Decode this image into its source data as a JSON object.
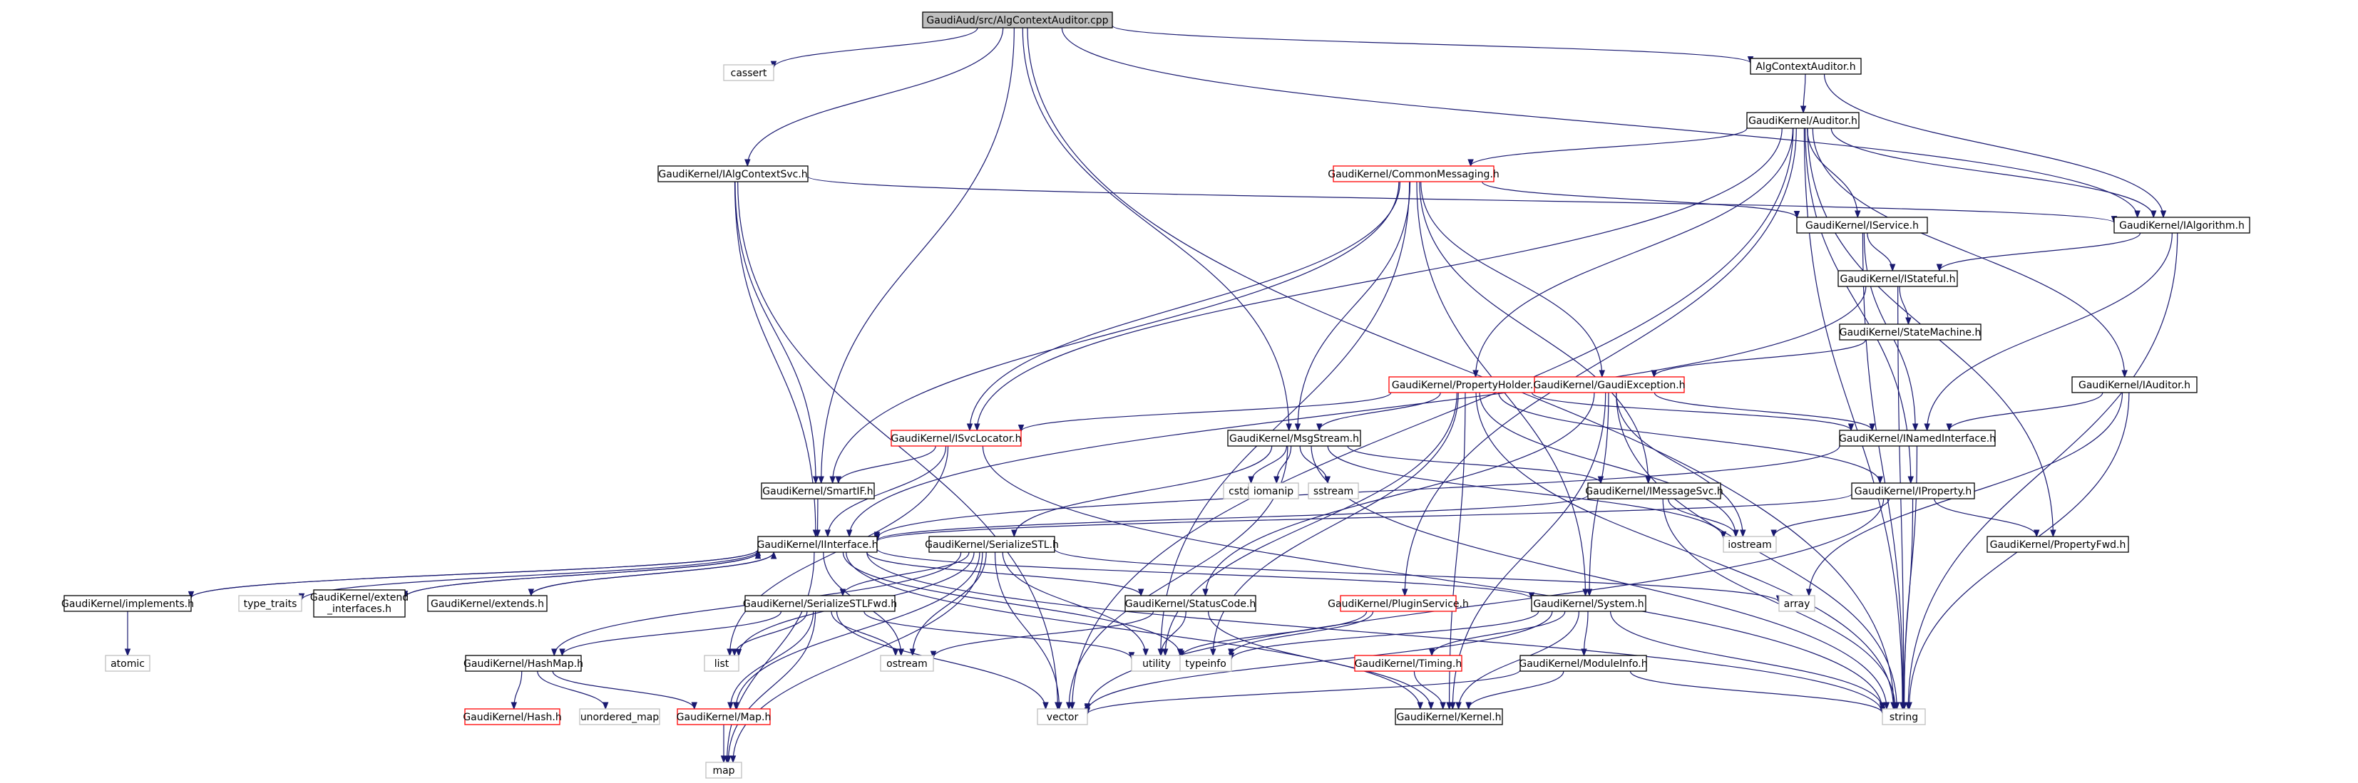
{
  "diagram": {
    "nodes": [
      {
        "id": "root",
        "label": "GaudiAud/src/AlgContextAuditor.cpp",
        "style": "root"
      },
      {
        "id": "cassert",
        "label": "cassert",
        "style": "gray"
      },
      {
        "id": "algctxaud",
        "label": "AlgContextAuditor.h",
        "style": "black"
      },
      {
        "id": "auditor",
        "label": "GaudiKernel/Auditor.h",
        "style": "black"
      },
      {
        "id": "ialgctx",
        "label": "GaudiKernel/IAlgContextSvc.h",
        "style": "black"
      },
      {
        "id": "commonmsg",
        "label": "GaudiKernel/CommonMessaging.h",
        "style": "red"
      },
      {
        "id": "iservice",
        "label": "GaudiKernel/IService.h",
        "style": "black"
      },
      {
        "id": "ialgorithm",
        "label": "GaudiKernel/IAlgorithm.h",
        "style": "black"
      },
      {
        "id": "istateful",
        "label": "GaudiKernel/IStateful.h",
        "style": "black"
      },
      {
        "id": "statemachine",
        "label": "GaudiKernel/StateMachine.h",
        "style": "black"
      },
      {
        "id": "propholder",
        "label": "GaudiKernel/PropertyHolder.h",
        "style": "red"
      },
      {
        "id": "gaudiexc",
        "label": "GaudiKernel/GaudiException.h",
        "style": "red"
      },
      {
        "id": "iauditor",
        "label": "GaudiKernel/IAuditor.h",
        "style": "black"
      },
      {
        "id": "isvcloc",
        "label": "GaudiKernel/ISvcLocator.h",
        "style": "red"
      },
      {
        "id": "msgstream",
        "label": "GaudiKernel/MsgStream.h",
        "style": "black"
      },
      {
        "id": "inamed",
        "label": "GaudiKernel/INamedInterface.h",
        "style": "black"
      },
      {
        "id": "smartif",
        "label": "GaudiKernel/SmartIF.h",
        "style": "black"
      },
      {
        "id": "cstdio",
        "label": "cstdio",
        "style": "gray"
      },
      {
        "id": "iomanip",
        "label": "iomanip",
        "style": "gray"
      },
      {
        "id": "sstream",
        "label": "sstream",
        "style": "gray"
      },
      {
        "id": "imsgsvc",
        "label": "GaudiKernel/IMessageSvc.h",
        "style": "black"
      },
      {
        "id": "iproperty",
        "label": "GaudiKernel/IProperty.h",
        "style": "black"
      },
      {
        "id": "iinterface",
        "label": "GaudiKernel/IInterface.h",
        "style": "black"
      },
      {
        "id": "serstl",
        "label": "GaudiKernel/SerializeSTL.h",
        "style": "black"
      },
      {
        "id": "iostream",
        "label": "iostream",
        "style": "gray"
      },
      {
        "id": "propfwd",
        "label": "GaudiKernel/PropertyFwd.h",
        "style": "black"
      },
      {
        "id": "implements",
        "label": "GaudiKernel/implements.h",
        "style": "black"
      },
      {
        "id": "typetraits",
        "label": "type_traits",
        "style": "gray"
      },
      {
        "id": "extendif1",
        "label": "GaudiKernel/extend",
        "label2": "_interfaces.h",
        "style": "black"
      },
      {
        "id": "extends",
        "label": "GaudiKernel/extends.h",
        "style": "black"
      },
      {
        "id": "statuscode",
        "label": "GaudiKernel/StatusCode.h",
        "style": "black"
      },
      {
        "id": "pluginsvc",
        "label": "GaudiKernel/PluginService.h",
        "style": "red"
      },
      {
        "id": "system",
        "label": "GaudiKernel/System.h",
        "style": "black"
      },
      {
        "id": "array",
        "label": "array",
        "style": "gray"
      },
      {
        "id": "serstlfwd",
        "label": "GaudiKernel/SerializeSTLFwd.h",
        "style": "black"
      },
      {
        "id": "atomic",
        "label": "atomic",
        "style": "gray"
      },
      {
        "id": "list",
        "label": "list",
        "style": "gray"
      },
      {
        "id": "ostream",
        "label": "ostream",
        "style": "gray"
      },
      {
        "id": "utility",
        "label": "utility",
        "style": "gray"
      },
      {
        "id": "typeinfo",
        "label": "typeinfo",
        "style": "gray"
      },
      {
        "id": "timing",
        "label": "GaudiKernel/Timing.h",
        "style": "red"
      },
      {
        "id": "hashmap",
        "label": "GaudiKernel/HashMap.h",
        "style": "black"
      },
      {
        "id": "moduleinfo",
        "label": "GaudiKernel/ModuleInfo.h",
        "style": "black"
      },
      {
        "id": "hash",
        "label": "GaudiKernel/Hash.h",
        "style": "red"
      },
      {
        "id": "unorderedmap",
        "label": "unordered_map",
        "style": "gray"
      },
      {
        "id": "map_h",
        "label": "GaudiKernel/Map.h",
        "style": "red"
      },
      {
        "id": "vector",
        "label": "vector",
        "style": "gray"
      },
      {
        "id": "kernel",
        "label": "GaudiKernel/Kernel.h",
        "style": "black"
      },
      {
        "id": "string",
        "label": "string",
        "style": "gray"
      },
      {
        "id": "map",
        "label": "map",
        "style": "gray"
      }
    ],
    "edges": [
      [
        "root",
        "cassert"
      ],
      [
        "root",
        "algctxaud"
      ],
      [
        "root",
        "ialgctx"
      ],
      [
        "root",
        "ialgorithm"
      ],
      [
        "root",
        "smartif"
      ],
      [
        "root",
        "msgstream"
      ],
      [
        "root",
        "string"
      ],
      [
        "algctxaud",
        "auditor"
      ],
      [
        "algctxaud",
        "ialgorithm"
      ],
      [
        "auditor",
        "commonmsg"
      ],
      [
        "auditor",
        "iservice"
      ],
      [
        "auditor",
        "ialgorithm"
      ],
      [
        "auditor",
        "iauditor"
      ],
      [
        "auditor",
        "propholder"
      ],
      [
        "auditor",
        "isvcloc"
      ],
      [
        "auditor",
        "iproperty"
      ],
      [
        "auditor",
        "propfwd"
      ],
      [
        "auditor",
        "pluginsvc"
      ],
      [
        "auditor",
        "string"
      ],
      [
        "auditor",
        "vector"
      ],
      [
        "ialgctx",
        "iinterface"
      ],
      [
        "ialgctx",
        "smartif"
      ],
      [
        "ialgctx",
        "vector"
      ],
      [
        "ialgctx",
        "ialgorithm"
      ],
      [
        "commonmsg",
        "msgstream"
      ],
      [
        "commonmsg",
        "gaudiexc"
      ],
      [
        "commonmsg",
        "iservice"
      ],
      [
        "commonmsg",
        "smartif"
      ],
      [
        "commonmsg",
        "isvcloc"
      ],
      [
        "commonmsg",
        "imsgsvc"
      ],
      [
        "commonmsg",
        "utility"
      ],
      [
        "commonmsg",
        "system"
      ],
      [
        "iservice",
        "istateful"
      ],
      [
        "iservice",
        "inamed"
      ],
      [
        "iservice",
        "string"
      ],
      [
        "ialgorithm",
        "istateful"
      ],
      [
        "ialgorithm",
        "inamed"
      ],
      [
        "ialgorithm",
        "string"
      ],
      [
        "istateful",
        "statemachine"
      ],
      [
        "istateful",
        "iinterface"
      ],
      [
        "istateful",
        "string"
      ],
      [
        "statemachine",
        "gaudiexc"
      ],
      [
        "propholder",
        "msgstream"
      ],
      [
        "propholder",
        "isvcloc"
      ],
      [
        "propholder",
        "inamed"
      ],
      [
        "propholder",
        "iproperty"
      ],
      [
        "propholder",
        "typeinfo"
      ],
      [
        "propholder",
        "utility"
      ],
      [
        "propholder",
        "iostream"
      ],
      [
        "propholder",
        "string"
      ],
      [
        "propholder",
        "kernel"
      ],
      [
        "gaudiexc",
        "inamed"
      ],
      [
        "gaudiexc",
        "statuscode"
      ],
      [
        "gaudiexc",
        "system"
      ],
      [
        "gaudiexc",
        "iostream"
      ],
      [
        "gaudiexc",
        "string"
      ],
      [
        "gaudiexc",
        "kernel"
      ],
      [
        "iauditor",
        "inamed"
      ],
      [
        "iauditor",
        "string"
      ],
      [
        "iauditor",
        "array"
      ],
      [
        "isvcloc",
        "smartif"
      ],
      [
        "isvcloc",
        "iinterface"
      ],
      [
        "isvcloc",
        "list"
      ],
      [
        "isvcloc",
        "string"
      ],
      [
        "msgstream",
        "imsgsvc"
      ],
      [
        "msgstream",
        "serstl"
      ],
      [
        "msgstream",
        "cstdio"
      ],
      [
        "msgstream",
        "iomanip"
      ],
      [
        "msgstream",
        "sstream"
      ],
      [
        "msgstream",
        "iostream"
      ],
      [
        "msgstream",
        "string"
      ],
      [
        "msgstream",
        "vector"
      ],
      [
        "inamed",
        "iinterface"
      ],
      [
        "inamed",
        "string"
      ],
      [
        "smartif",
        "iinterface"
      ],
      [
        "imsgsvc",
        "iinterface"
      ],
      [
        "imsgsvc",
        "iostream"
      ],
      [
        "imsgsvc",
        "string"
      ],
      [
        "iproperty",
        "iinterface"
      ],
      [
        "iproperty",
        "propfwd"
      ],
      [
        "iproperty",
        "iostream"
      ],
      [
        "iproperty",
        "string"
      ],
      [
        "iproperty",
        "vector"
      ],
      [
        "iinterface",
        "implements"
      ],
      [
        "iinterface",
        "typetraits"
      ],
      [
        "iinterface",
        "extendif1"
      ],
      [
        "iinterface",
        "extends"
      ],
      [
        "iinterface",
        "statuscode"
      ],
      [
        "iinterface",
        "system"
      ],
      [
        "iinterface",
        "ostream"
      ],
      [
        "iinterface",
        "kernel"
      ],
      [
        "iinterface",
        "typeinfo"
      ],
      [
        "iinterface",
        "map"
      ],
      [
        "iinterface",
        "string"
      ],
      [
        "implements",
        "iinterface"
      ],
      [
        "implements",
        "atomic"
      ],
      [
        "extendif1",
        "iinterface"
      ],
      [
        "extends",
        "iinterface"
      ],
      [
        "serstl",
        "serstlfwd"
      ],
      [
        "serstl",
        "map_h"
      ],
      [
        "serstl",
        "hashmap"
      ],
      [
        "serstl",
        "array"
      ],
      [
        "serstl",
        "list"
      ],
      [
        "serstl",
        "ostream"
      ],
      [
        "serstl",
        "utility"
      ],
      [
        "serstl",
        "vector"
      ],
      [
        "serstl",
        "map"
      ],
      [
        "statuscode",
        "ostream"
      ],
      [
        "statuscode",
        "utility"
      ],
      [
        "statuscode",
        "kernel"
      ],
      [
        "pluginsvc",
        "typeinfo"
      ],
      [
        "pluginsvc",
        "utility"
      ],
      [
        "system",
        "kernel"
      ],
      [
        "system",
        "moduleinfo"
      ],
      [
        "system",
        "timing"
      ],
      [
        "system",
        "typeinfo"
      ],
      [
        "system",
        "vector"
      ],
      [
        "system",
        "string"
      ],
      [
        "serstlfwd",
        "map_h"
      ],
      [
        "serstlfwd",
        "hashmap"
      ],
      [
        "serstlfwd",
        "list"
      ],
      [
        "serstlfwd",
        "ostream"
      ],
      [
        "serstlfwd",
        "utility"
      ],
      [
        "serstlfwd",
        "vector"
      ],
      [
        "serstlfwd",
        "map"
      ],
      [
        "timing",
        "kernel"
      ],
      [
        "hashmap",
        "hash"
      ],
      [
        "hashmap",
        "unorderedmap"
      ],
      [
        "hashmap",
        "map_h"
      ],
      [
        "moduleinfo",
        "kernel"
      ],
      [
        "moduleinfo",
        "string"
      ],
      [
        "moduleinfo",
        "vector"
      ],
      [
        "map_h",
        "map"
      ]
    ]
  },
  "colors": {
    "edge": "#191970",
    "border_black": "#000000",
    "border_red": "#ff0000",
    "border_gray": "#bfbfbf",
    "root_fill": "#bfbfbf"
  }
}
